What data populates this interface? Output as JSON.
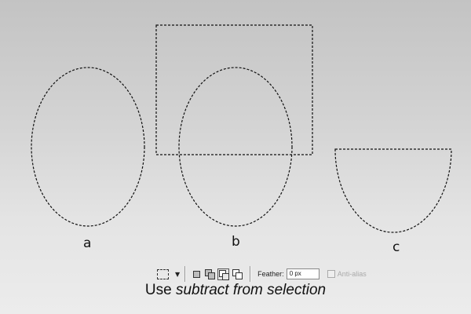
{
  "labels": {
    "a": "a",
    "b": "b",
    "c": "c"
  },
  "toolbar": {
    "tool_icon": "rectangular-marquee-icon",
    "dropdown_icon": "triangle-down-icon",
    "modes": [
      {
        "name": "new-selection",
        "active": false
      },
      {
        "name": "add-to-selection",
        "active": false
      },
      {
        "name": "subtract-from-selection",
        "active": true
      },
      {
        "name": "intersect-with-selection",
        "active": false
      }
    ],
    "feather_label": "Feather:",
    "feather_value": "0 px",
    "antialias_label": "Anti-alias"
  },
  "caption": {
    "prefix": "Use ",
    "emphasis": "subtract from selection"
  },
  "colors": {
    "marching_ants": "#111111",
    "background_top": "#c3c3c3",
    "background_bottom": "#ececec"
  }
}
